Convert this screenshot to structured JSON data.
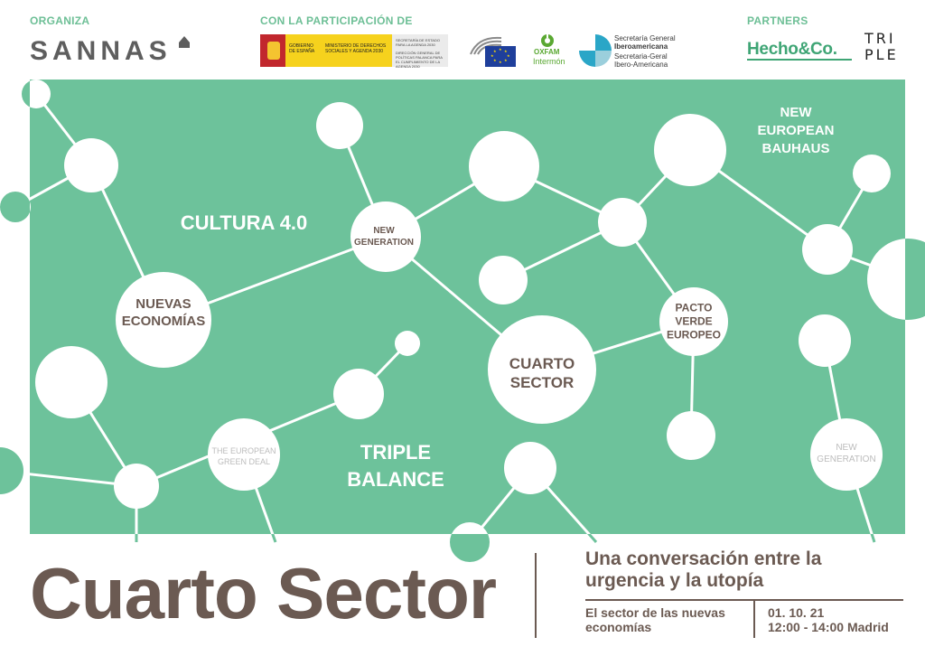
{
  "header": {
    "organiza_label": "ORGANIZA",
    "participacion_label": "CON LA PARTICIPACIÓN DE",
    "partners_label": "PARTNERS"
  },
  "logos": {
    "sannas": "SANNAS",
    "gov_gobierno": "GOBIERNO DE ESPAÑA",
    "gov_ministerio": "MINISTERIO DE DERECHOS SOCIALES Y AGENDA 2030",
    "gov_secretaria": "SECRETARÍA DE ESTADO PARA LA AGENDA 2030",
    "gov_direccion": "DIRECCIÓN GENERAL DE POLÍTICAS PALANCA PARA EL CUMPLIMIENTO DE LA AGENDA 2030",
    "oxfam_name": "OXFAM",
    "oxfam_sub": "Intermón",
    "segib_line1": "Secretaría General",
    "segib_line2": "Iberoamericana",
    "segib_line3": "Secretaria-Geral",
    "segib_line4": "Ibero-Americana",
    "hecho": "Hecho&Co.",
    "triple_line1": "TRI",
    "triple_line2": "PLE"
  },
  "network": {
    "background_color": "#6dc29b",
    "labels": {
      "cultura": "CULTURA 4.0",
      "new_european_1": "NEW",
      "new_european_2": "EUROPEAN",
      "new_european_3": "BAUHAUS",
      "new_gen_1": "NEW",
      "new_gen_2": "GENERATION",
      "nuevas_1": "NUEVAS",
      "nuevas_2": "ECONOMÍAS",
      "pacto_1": "PACTO",
      "pacto_2": "VERDE",
      "pacto_3": "EUROPEO",
      "cuarto_1": "CUARTO",
      "cuarto_2": "SECTOR",
      "triple_1": "TRIPLE",
      "triple_2": "BALANCE",
      "green_deal_1": "THE EUROPEAN",
      "green_deal_2": "GREEN DEAL",
      "new_gen2_1": "NEW",
      "new_gen2_2": "GENERATION"
    }
  },
  "footer": {
    "title": "Cuarto Sector",
    "subtitle_1": "Una conversación entre la",
    "subtitle_2": "urgencia y la utopía",
    "sector_1": "El sector de las nuevas",
    "sector_2": "economías",
    "date": "01. 10. 21",
    "time": "12:00 - 14:00 Madrid"
  },
  "colors": {
    "green": "#6dc29b",
    "brown": "#6b5a52",
    "label_green": "#6dbf96"
  }
}
